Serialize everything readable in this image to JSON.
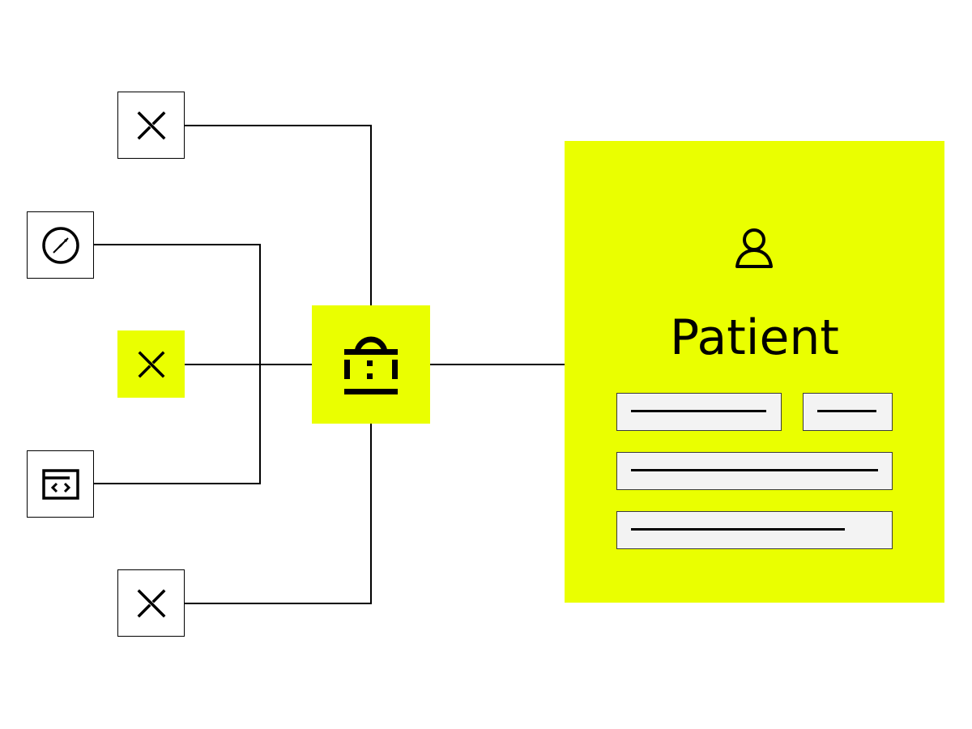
{
  "patient_card": {
    "title": "Patient",
    "icon": "user-icon",
    "accent_color": "#eaff00"
  },
  "hub": {
    "icon": "secure-bridge-icon"
  },
  "sources": [
    {
      "icon": "x-icon",
      "style": "outline"
    },
    {
      "icon": "compass-icon",
      "style": "outline"
    },
    {
      "icon": "x-icon",
      "style": "highlighted"
    },
    {
      "icon": "code-window-icon",
      "style": "outline"
    },
    {
      "icon": "x-icon",
      "style": "outline"
    }
  ]
}
